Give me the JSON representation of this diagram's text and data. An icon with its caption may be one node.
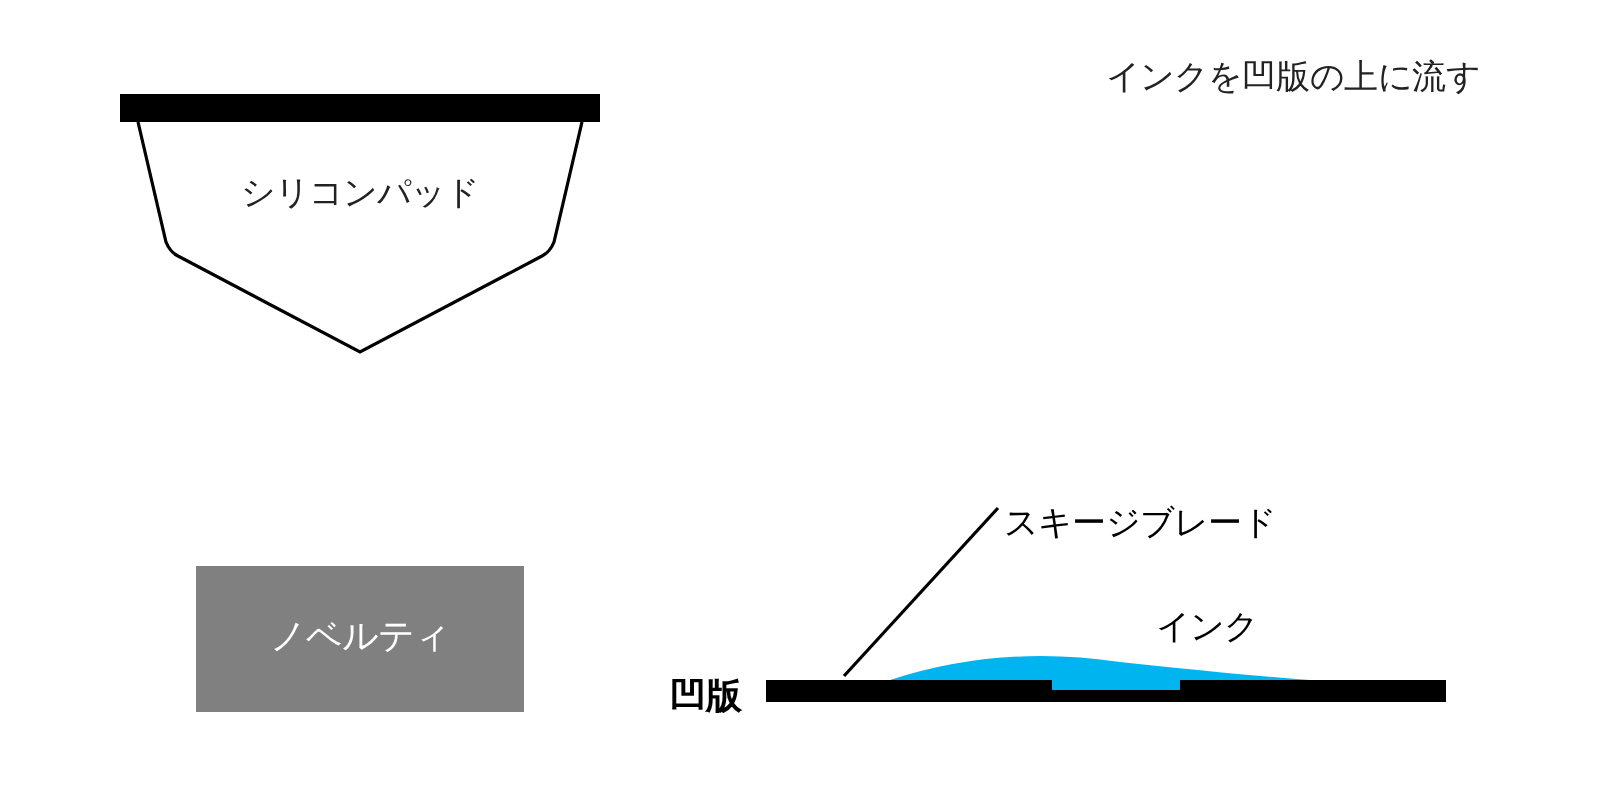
{
  "diagram": {
    "title": "インクを凹版の上に流す",
    "nodes": [
      {
        "text": [
          "シリコンパッド"
        ]
      },
      {
        "text": [
          "ノベルティ"
        ]
      }
    ],
    "labels": [
      "スキージブレード",
      "インク",
      "凹版"
    ]
  }
}
